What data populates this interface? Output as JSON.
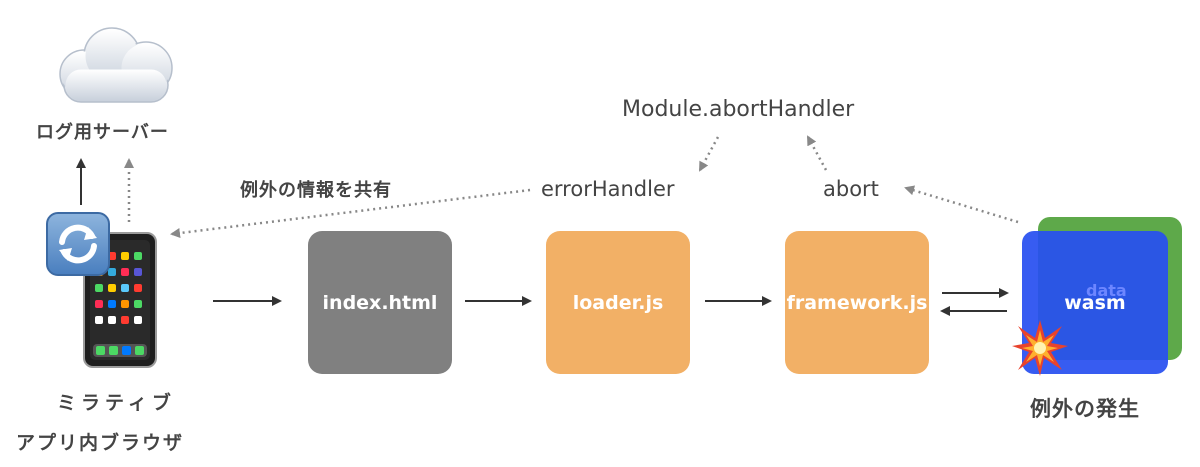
{
  "log_server": {
    "label": "ログ用サーバー",
    "icon": "cloud-icon"
  },
  "browser": {
    "line1": "ミラティブ",
    "line2": "アプリ内ブラウザ",
    "icons": [
      "smartphone-icon",
      "sync-icon"
    ]
  },
  "share_label": "例外の情報を共有",
  "module_abort_handler": "Module.abortHandler",
  "error_handler": "errorHandler",
  "abort": "abort",
  "boxes": {
    "index": {
      "label": "index.html",
      "color": "#808080"
    },
    "loader": {
      "label": "loader.js",
      "color": "#f2b066"
    },
    "framework": {
      "label": "framework.js",
      "color": "#f2b066"
    }
  },
  "wasm": {
    "label": "wasm",
    "data_label": "data",
    "wasm_color": "#2f52e8",
    "data_color": "#5ea94a"
  },
  "exception": {
    "label": "例外の発生",
    "icon": "explosion-icon"
  },
  "colors": {
    "arrow": "#333333",
    "dotted": "#888888"
  }
}
